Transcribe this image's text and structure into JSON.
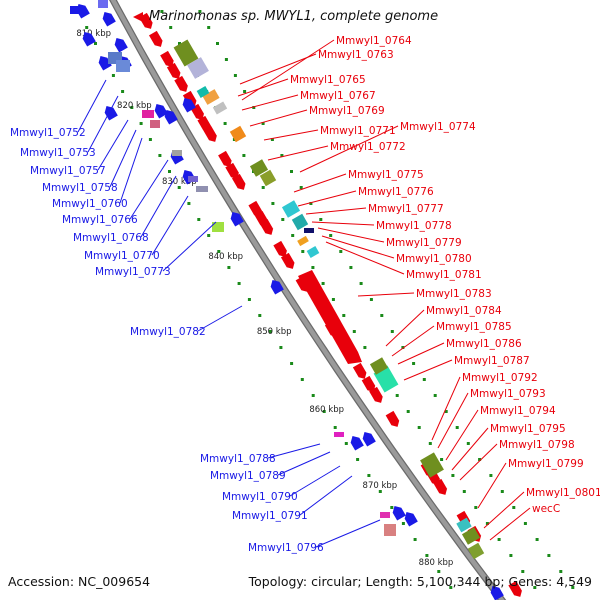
{
  "title": "Marinomonas sp. MWYL1, complete genome",
  "footer": {
    "accession": "Accession: NC_009654",
    "topology": "Topology: circular; Length: 5,100,344 bp; Genes: 4,549"
  },
  "colors": {
    "forward": "#e8000b",
    "reverse": "#1a1ae6",
    "backbone": "#9a9a9a",
    "tick": "#1a8a1a"
  },
  "kbp_marks": [
    "810 kbp",
    "820 kbp",
    "830 kbp",
    "840 kbp",
    "850 kbp",
    "860 kbp",
    "870 kbp",
    "880 kbp"
  ],
  "forward_labels": [
    "Mmwyl1_0764",
    "Mmwyl1_0763",
    "Mmwyl1_0765",
    "Mmwyl1_0767",
    "Mmwyl1_0769",
    "Mmwyl1_0771",
    "Mmwyl1_0774",
    "Mmwyl1_0772",
    "Mmwyl1_0775",
    "Mmwyl1_0776",
    "Mmwyl1_0777",
    "Mmwyl1_0778",
    "Mmwyl1_0779",
    "Mmwyl1_0780",
    "Mmwyl1_0781",
    "Mmwyl1_0783",
    "Mmwyl1_0784",
    "Mmwyl1_0785",
    "Mmwyl1_0786",
    "Mmwyl1_0787",
    "Mmwyl1_0792",
    "Mmwyl1_0793",
    "Mmwyl1_0794",
    "Mmwyl1_0795",
    "Mmwyl1_0798",
    "Mmwyl1_0799",
    "Mmwyl1_0801",
    "wecC"
  ],
  "reverse_labels": [
    "Mmwyl1_0752",
    "Mmwyl1_0753",
    "Mmwyl1_0757",
    "Mmwyl1_0758",
    "Mmwyl1_0760",
    "Mmwyl1_0766",
    "Mmwyl1_0768",
    "Mmwyl1_0770",
    "Mmwyl1_0773",
    "Mmwyl1_0782",
    "Mmwyl1_0788",
    "Mmwyl1_0789",
    "Mmwyl1_0790",
    "Mmwyl1_0791",
    "Mmwyl1_0796"
  ]
}
